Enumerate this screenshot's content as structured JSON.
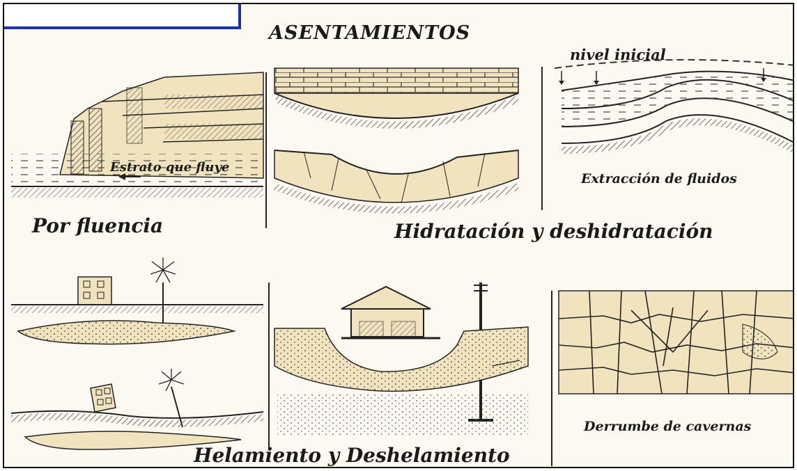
{
  "title": "ASENTAMIENTOS",
  "panels": {
    "fluencia": {
      "caption": "Por fluencia",
      "annotation": "Estrato que fluye"
    },
    "hidratacion": {
      "caption": "Hidratación y deshidratación"
    },
    "extraccion": {
      "caption": "Extracción de fluidos",
      "annotation": "nivel inicial"
    },
    "helamiento": {
      "caption": "Helamiento y Deshelamiento"
    },
    "derrumbe": {
      "caption": "Derrumbe de cavernas"
    }
  },
  "colors": {
    "ink": "#1a1a1a",
    "soil_fill": "#f1e3be",
    "frame_accent": "#1c2fb0",
    "paper": "#fbf9f2"
  }
}
